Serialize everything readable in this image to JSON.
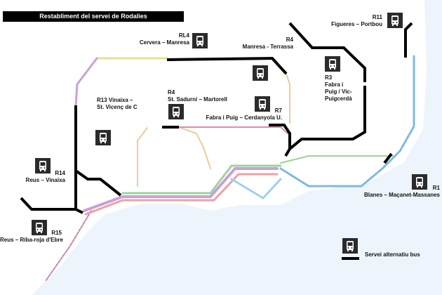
{
  "title": "Restabliment del servei de Rodalies",
  "colors": {
    "bus_line": "#000000",
    "sea": "#eef4fb",
    "bus_icon_bg": "#2b2b2b"
  },
  "disruptions": [
    {
      "line": "RL4",
      "route": "Cervera – Manresa"
    },
    {
      "line": "R4",
      "route": "Manresa - Terrassa"
    },
    {
      "line": "R13",
      "route_a": "Vinaixa –",
      "route_b": "St. Vicenç de C"
    },
    {
      "line": "R4",
      "route": "St. Sadurní – Martorell"
    },
    {
      "line": "R7",
      "route": "Fabra i Puig – Cerdanyola U."
    },
    {
      "line": "R3",
      "route_a": "Fabra i",
      "route_b": "Puig / Vic-",
      "route_c": "Puigcerdà"
    },
    {
      "line": "R11",
      "route": "Figueres – Portbou"
    },
    {
      "line": "R14",
      "route": "Reus – Vinaixa"
    },
    {
      "line": "R15",
      "route": "Reus – Riba-roja d'Ebre"
    },
    {
      "line": "R1",
      "route": "Blanes – Maçanet-Massanes"
    }
  ],
  "legend": {
    "icon": "bus-icon",
    "label": "Servei alternatiu bus"
  }
}
